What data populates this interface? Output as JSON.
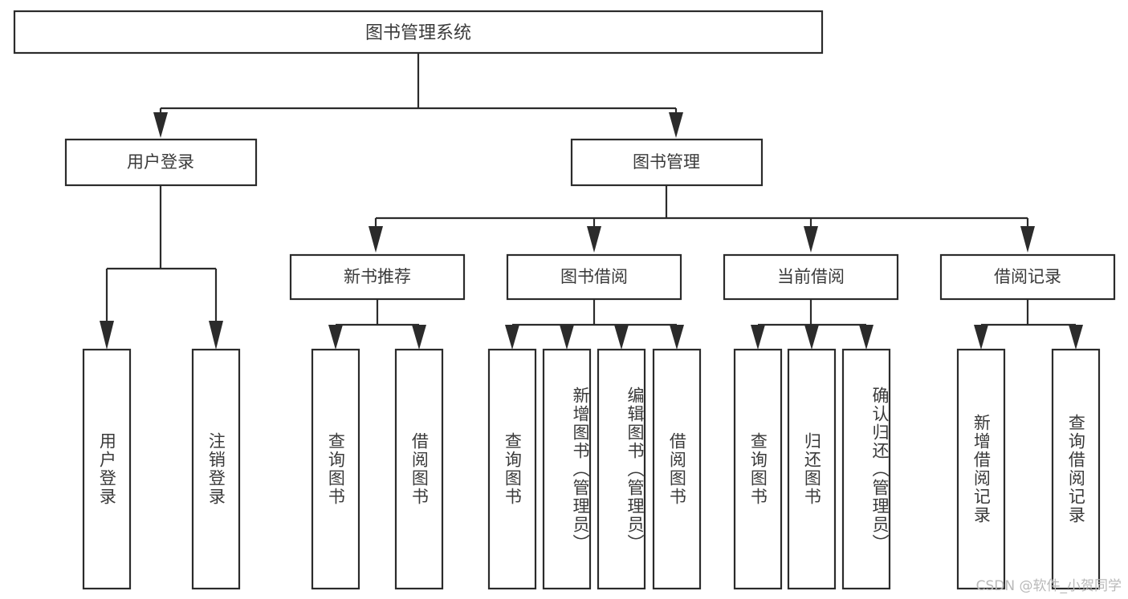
{
  "diagram": {
    "type": "tree-hierarchy",
    "title": "图书管理系统",
    "watermark": "CSDN @软件_小贺同学",
    "colors": {
      "stroke": "#2b2b2b",
      "text": "#3a3a3a",
      "background": "#ffffff",
      "watermark": "#b9b9b9"
    },
    "root": {
      "label": "图书管理系统"
    },
    "level2": [
      {
        "label": "用户登录"
      },
      {
        "label": "图书管理"
      }
    ],
    "level3": [
      {
        "label": "新书推荐"
      },
      {
        "label": "图书借阅"
      },
      {
        "label": "当前借阅"
      },
      {
        "label": "借阅记录"
      }
    ],
    "leaves": {
      "user_login": [
        {
          "label": "用户登录"
        },
        {
          "label": "注销登录"
        }
      ],
      "new_book_recommend": [
        {
          "label": "查询图书"
        },
        {
          "label": "借阅图书"
        }
      ],
      "book_borrow": [
        {
          "label": "查询图书"
        },
        {
          "label": "新增图书（管理员）"
        },
        {
          "label": "编辑图书（管理员）"
        },
        {
          "label": "借阅图书"
        }
      ],
      "current_borrow": [
        {
          "label": "查询图书"
        },
        {
          "label": "归还图书"
        },
        {
          "label": "确认归还（管理员）"
        }
      ],
      "borrow_record": [
        {
          "label": "新增借阅记录"
        },
        {
          "label": "查询借阅记录"
        }
      ]
    }
  }
}
